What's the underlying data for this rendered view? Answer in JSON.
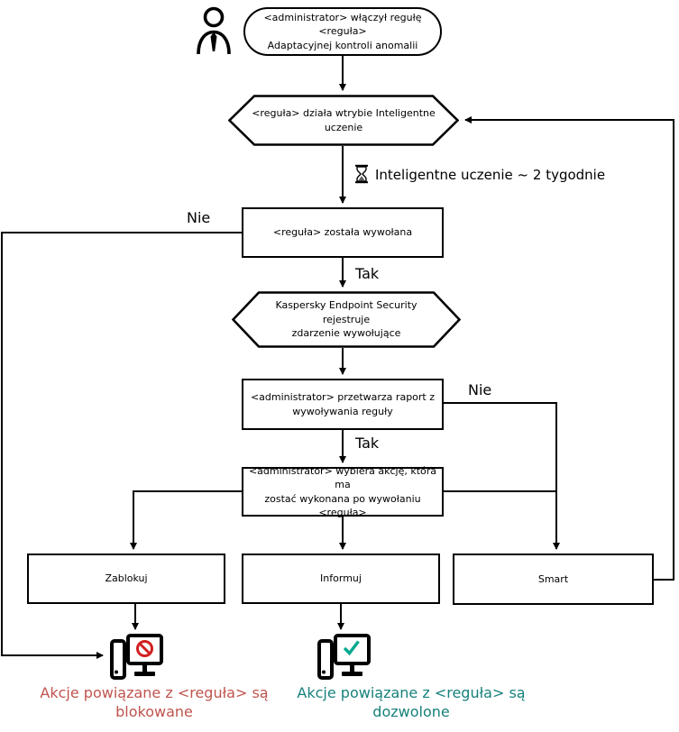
{
  "diagram": {
    "title_context": "Adaptive Anomaly Control rule flowchart",
    "nodes": {
      "start": {
        "line1": "<administrator>  włączył regułę <reguła>",
        "line2": "Adaptacyjnej kontroli anomalii"
      },
      "smart_mode": {
        "label": "<reguła> działa wtrybie Inteligentne uczenie"
      },
      "wait": {
        "label": "Inteligentne uczenie ~ 2 tygodnie"
      },
      "triggered": {
        "label": "<reguła> została wywołana"
      },
      "registers": {
        "line1": "Kaspersky Endpoint Security rejestruje",
        "line2": "zdarzenie wywołujące"
      },
      "report": {
        "line1": "<administrator> przetwarza raport z",
        "line2": "wywoływania reguły"
      },
      "choose": {
        "line1": "<administrator> wybiera akcję, która ma",
        "line2": "zostać wykonana po wywołaniu <reguła>"
      },
      "block": {
        "label": "Zablokuj"
      },
      "inform": {
        "label": "Informuj"
      },
      "smart": {
        "label": "Smart"
      }
    },
    "edge_labels": {
      "triggered_no": "Nie",
      "triggered_yes": "Tak",
      "report_no": "Nie",
      "report_yes": "Tak"
    },
    "captions": {
      "blocked": {
        "line1": "Akcje powiązane z <reguła> są",
        "line2": "blokowane"
      },
      "allowed": {
        "line1": "Akcje powiązane z <reguła> są",
        "line2": "dozwolone"
      }
    },
    "icons": {
      "actor": "person-icon",
      "wait": "hourglass-icon",
      "blocked": "computer-blocked-icon",
      "allowed": "computer-allowed-icon"
    },
    "colors": {
      "line": "#000000",
      "blocked_text": "#c0544e",
      "allowed_text": "#17817b",
      "prohibit_sign": "#d22020",
      "check_sign": "#00a88e"
    }
  }
}
